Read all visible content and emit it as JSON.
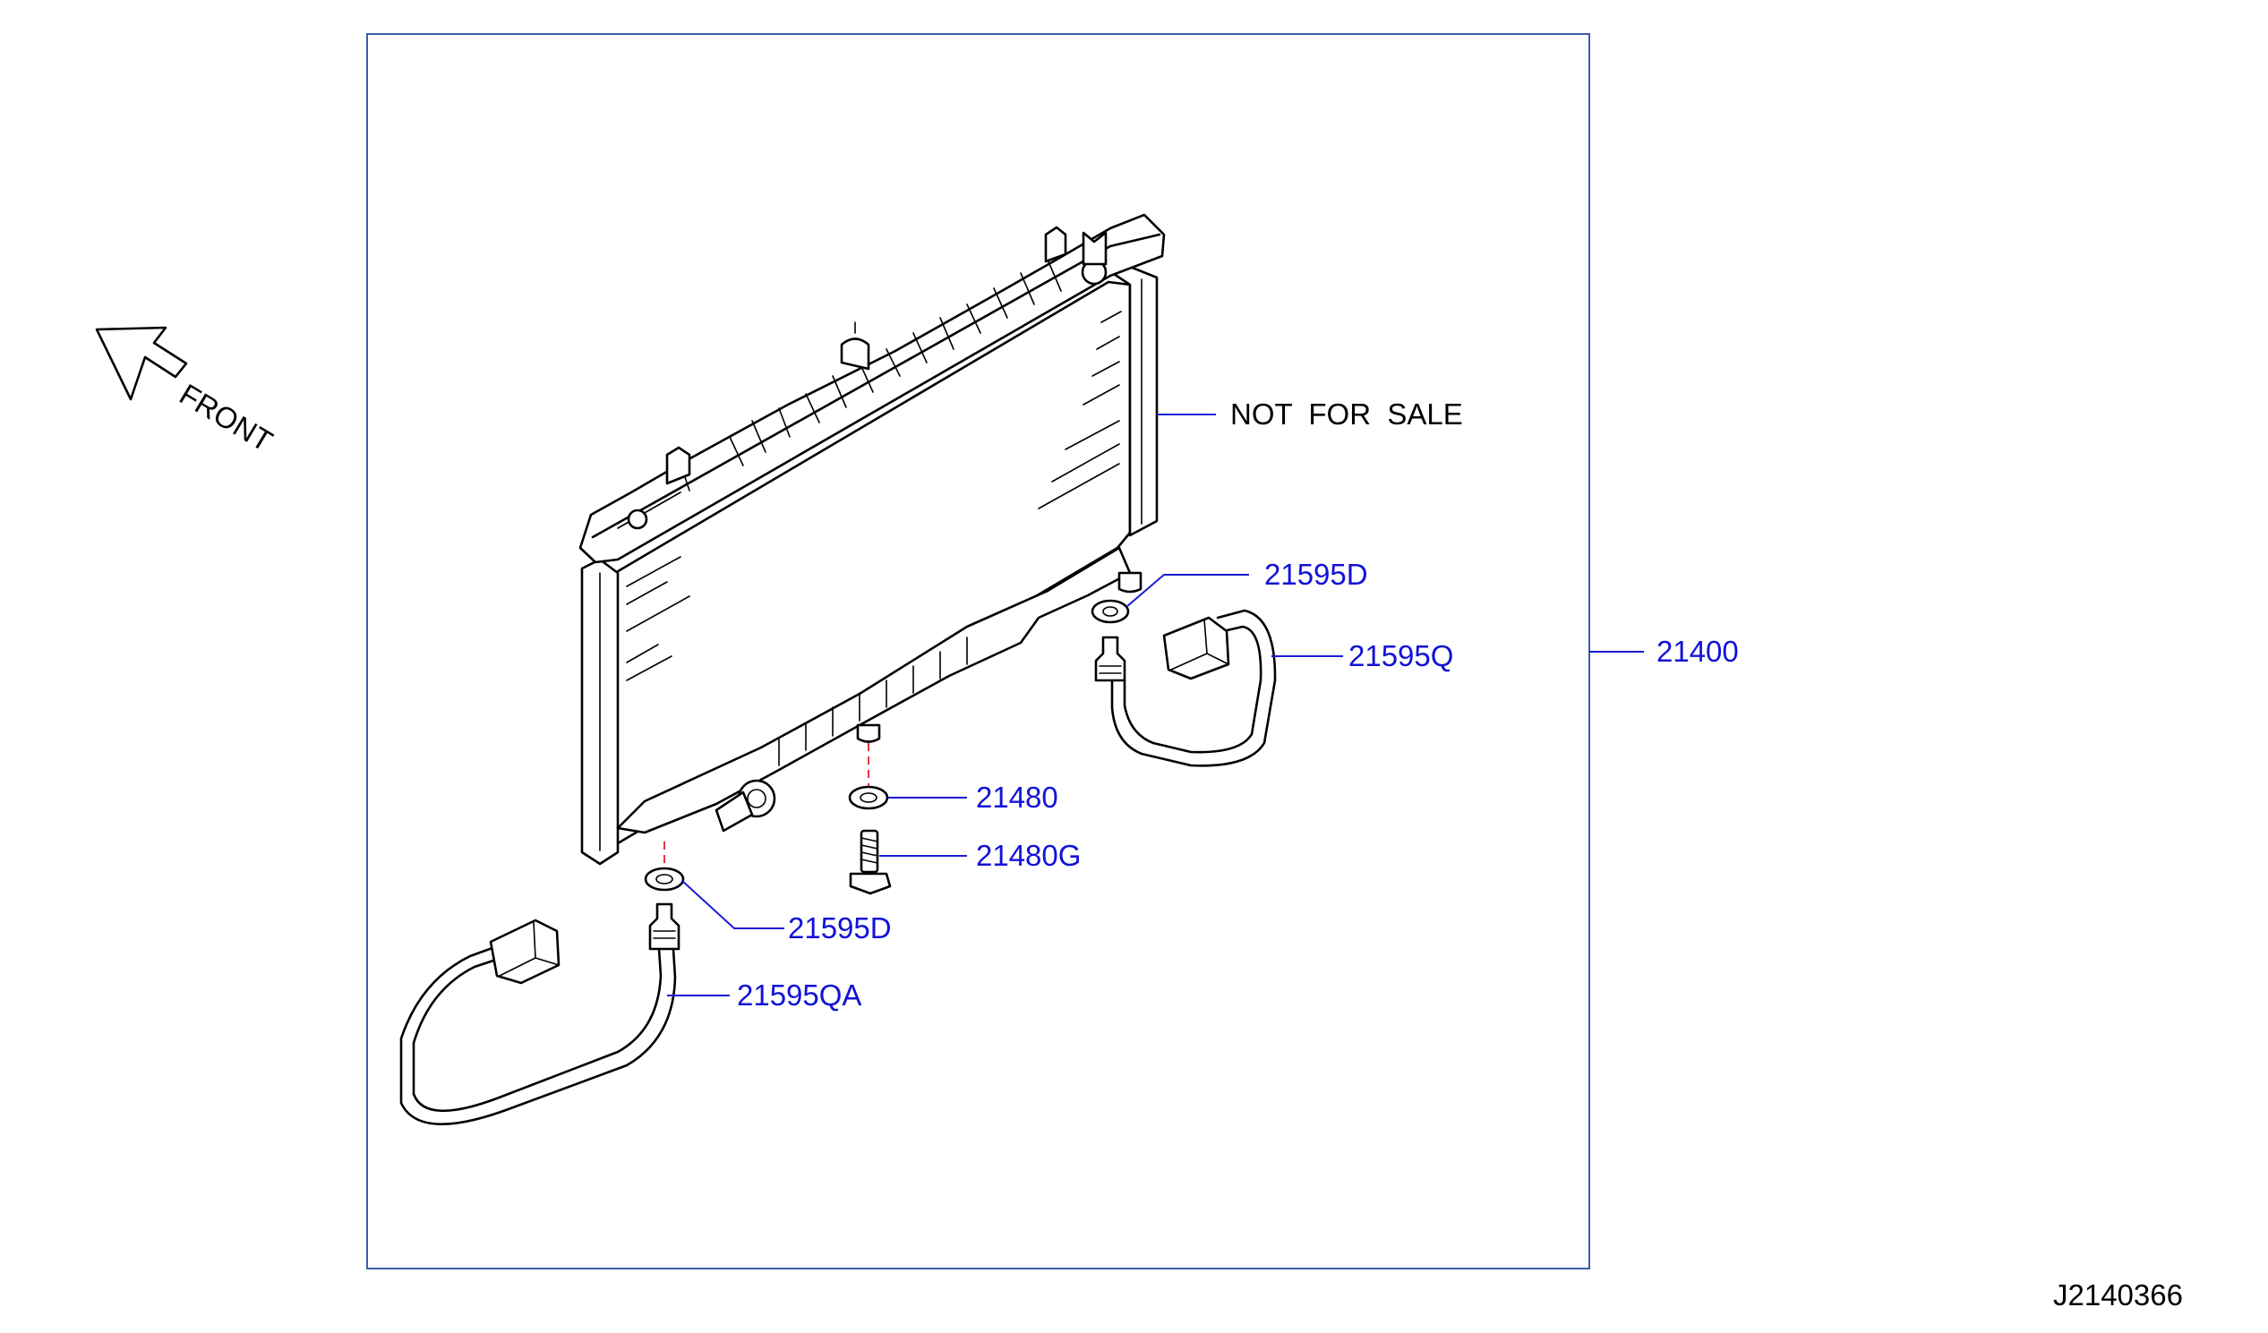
{
  "diagram": {
    "front_label": "FRONT",
    "not_for_sale": "NOT  FOR  SALE",
    "reference_code": "J2140366",
    "colors": {
      "callout": "#1212d8",
      "frame": "#3a5ea8",
      "centerline": "#e0202a",
      "line": "#000000"
    },
    "callouts": {
      "assembly": "21400",
      "gasket_upper": "21595D",
      "sensor_upper": "21595Q",
      "washer_drain": "21480",
      "drain_plug": "21480G",
      "gasket_lower": "21595D",
      "sensor_lower": "21595QA"
    }
  }
}
